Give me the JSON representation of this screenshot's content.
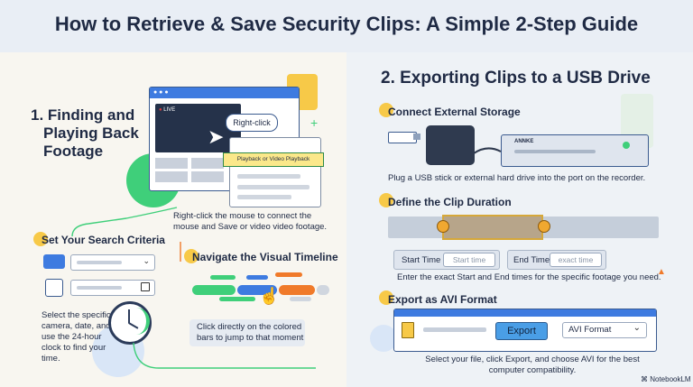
{
  "header": {
    "title": "How to Retrieve & Save Security Clips: A Simple 2-Step Guide"
  },
  "section1": {
    "title_line1": "1. Finding and",
    "title_line2": "Playing Back",
    "title_line3": "Footage",
    "live_label": "LIVE",
    "right_click_label": "Right-click",
    "menu_item": "Playback or Video Playback",
    "caption_line1": "Right-click the mouse to connect the",
    "caption_line2": "mouse and Save or video video footage.",
    "criteria_title": "Set Your Search Criteria",
    "criteria_desc_line1": "Select the specific",
    "criteria_desc_line2": "camera, date, and",
    "criteria_desc_line3": "use the 24-hour",
    "criteria_desc_line4": "clock to find your",
    "criteria_desc_line5": "time.",
    "timeline_title": "Navigate the Visual Timeline",
    "timeline_caption_line1": "Click directly on the colored",
    "timeline_caption_line2": "bars to jump to that moment"
  },
  "section2": {
    "title": "2. Exporting Clips to a USB Drive",
    "connect_title": "Connect External Storage",
    "recorder_brand": "ANNKE",
    "connect_caption": "Plug a USB stick or external hard drive into the port on the recorder.",
    "duration_title": "Define the Clip Duration",
    "start_label": "Start Time",
    "start_placeholder": "Start time",
    "end_label": "End Time",
    "end_placeholder": "exact time",
    "duration_caption": "Enter the exact Start and End times for the specific footage you need.",
    "avi_title": "Export as AVI Format",
    "export_button": "Export",
    "format_value": "AVI Format",
    "avi_caption_line1": "Select your file, click Export, and choose AVI for the best",
    "avi_caption_line2": "computer compatibility."
  },
  "footer": {
    "brand": "NotebookLM"
  },
  "colors": {
    "accent_blue": "#3e7be0",
    "accent_yellow": "#f7c948",
    "accent_green": "#3fcf7a",
    "accent_orange": "#f07a2a"
  }
}
